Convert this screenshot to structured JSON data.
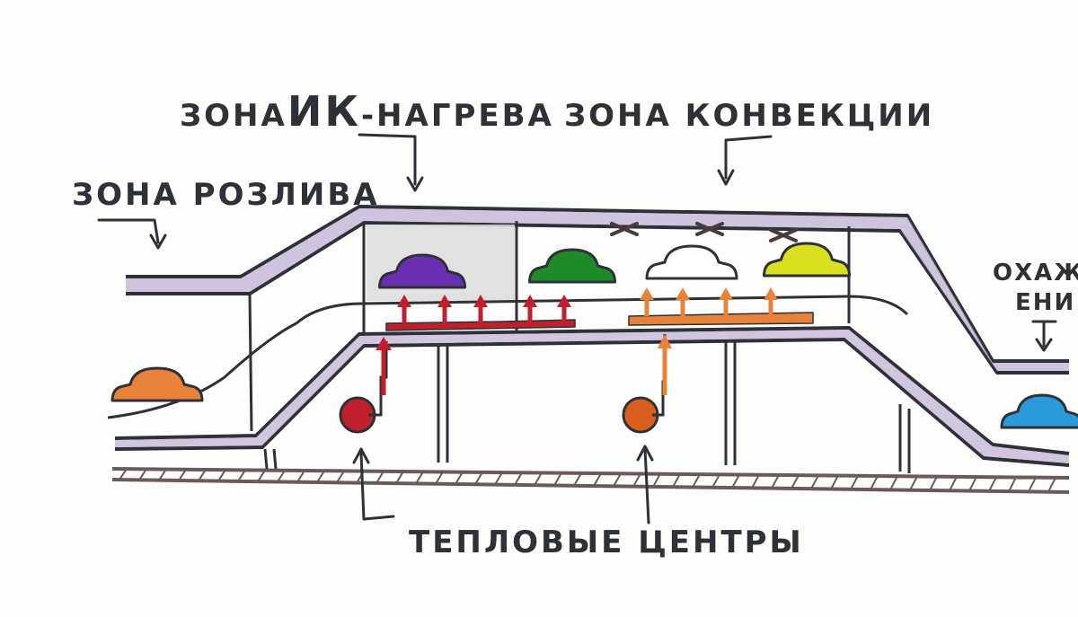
{
  "labels": {
    "zone_ir_prefix": "ЗОНА",
    "zone_ir_abbr": "ИК",
    "zone_ir_suffix": "-НАГРЕВА",
    "zone_convection": "ЗОНА КОНВЕКЦИИ",
    "zone_filling": "ЗОНА РОЗЛИВА",
    "zone_cooling_line1": "ОХАЖД",
    "zone_cooling_line2": "ЕНИ",
    "heat_centers": "ТЕПЛОВЫЕ ЦЕНТРЫ"
  },
  "colors": {
    "outline": "#2e3138",
    "conveyor_fill": "#c7b8d8",
    "ir_zone_fill": "#dcdcdc",
    "rail": "#6b5a5a",
    "ir_heater": "#c0202c",
    "convection_heater": "#e8823a",
    "fan": "#4a3a3a"
  },
  "items": [
    {
      "name": "item-orange",
      "color": "#e8823a"
    },
    {
      "name": "item-purple",
      "color": "#6a2fb0"
    },
    {
      "name": "item-green",
      "color": "#1f8a2a"
    },
    {
      "name": "item-white",
      "color": "#ffffff"
    },
    {
      "name": "item-yellow",
      "color": "#d8e020"
    },
    {
      "name": "item-blue",
      "color": "#2a9ad8"
    }
  ],
  "heat_sources": [
    {
      "name": "ir-heat-center",
      "color": "#c0202c"
    },
    {
      "name": "convection-heat-center",
      "color": "#d8601e"
    }
  ]
}
